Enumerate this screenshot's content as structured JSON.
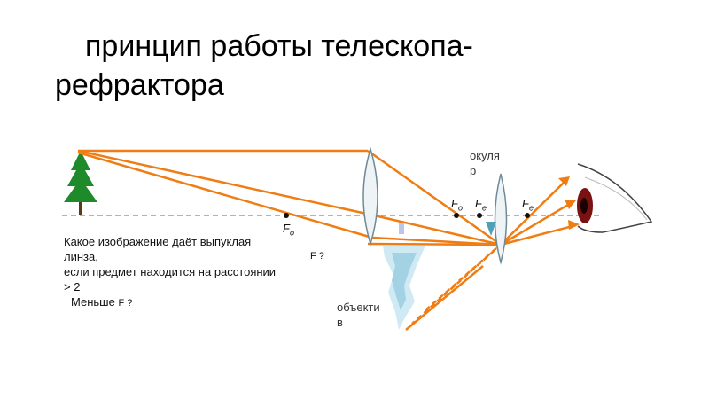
{
  "title": {
    "line1": "принцип работы телескопа-",
    "line2": "рефрактора"
  },
  "labels": {
    "eyepiece_l1": "окуля",
    "eyepiece_l2": "р",
    "objective_l1": "объекти",
    "objective_l2": "в",
    "f_obj_left": "F",
    "f_obj_left_sub": "o",
    "f_obj_right": "F",
    "f_obj_right_sub": "o",
    "f_eye_left": "F",
    "f_eye_left_sub": "e",
    "f_eye_right": "F",
    "f_eye_right_sub": "e"
  },
  "question": {
    "line1": "Какое изображение даёт выпуклая",
    "line2": "линза,",
    "line2_f": "F  ?",
    "line3": "если предмет находится на расстоянии",
    "line4": "> 2"
  },
  "answer": {
    "text": "Меньше",
    "f": "F  ?"
  },
  "colors": {
    "ray": "#f07d14",
    "axis": "#9a9a9a",
    "lens": "#6f8a96",
    "tree": "#1e8a2a",
    "image": "#8fc8dd"
  }
}
